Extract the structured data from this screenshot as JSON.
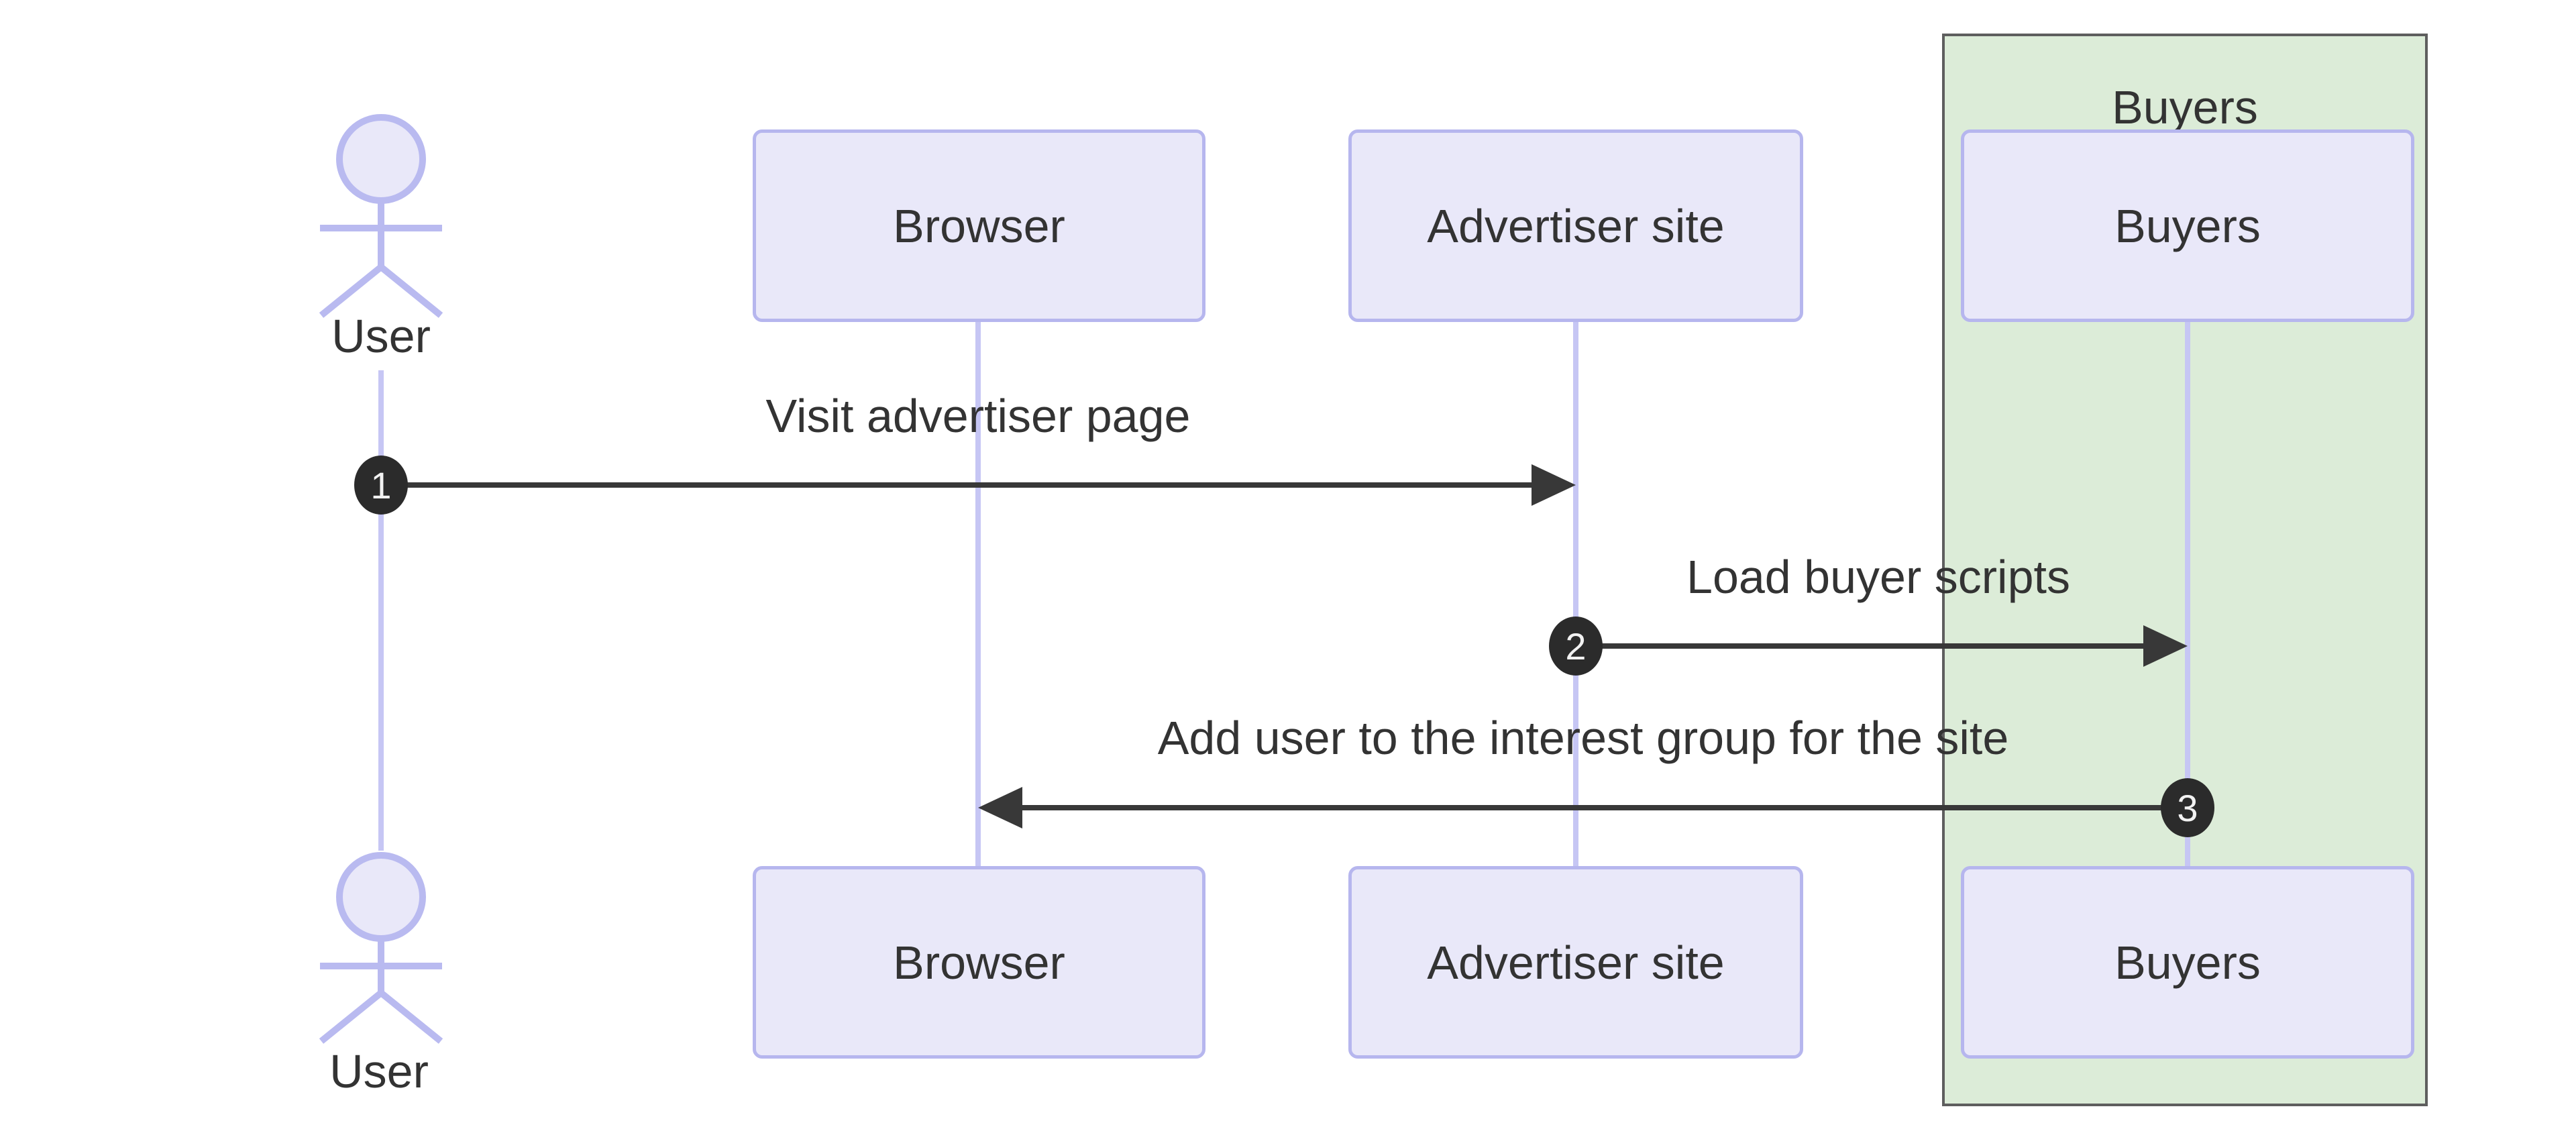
{
  "diagram": {
    "type": "sequence-diagram",
    "background": "#ffffff",
    "colors": {
      "participant_fill": "#e9e8f9",
      "participant_border": "#b6b6ee",
      "lifeline": "#c6c6f4",
      "actor_stroke": "#b9baf0",
      "group_fill": "#dcecd8",
      "group_border": "#5e5e5e",
      "arrow": "#383838",
      "badge_fill": "#2b2b2b",
      "badge_text": "#f2f2f2",
      "text": "#333333"
    }
  },
  "actors": [
    {
      "id": "user",
      "type": "actor",
      "label": "User"
    },
    {
      "id": "browser",
      "type": "participant",
      "label": "Browser"
    },
    {
      "id": "advertiser",
      "type": "participant",
      "label": "Advertiser site"
    },
    {
      "id": "buyers",
      "type": "participant",
      "label": "Buyers"
    }
  ],
  "group": {
    "label": "Buyers",
    "contains": "Buyers"
  },
  "messages": [
    {
      "seq": "1",
      "label": "Visit advertiser page",
      "from": "User",
      "to": "Advertiser site",
      "direction": "right"
    },
    {
      "seq": "2",
      "label": "Load buyer scripts",
      "from": "Advertiser site",
      "to": "Buyers",
      "direction": "right"
    },
    {
      "seq": "3",
      "label": "Add user to the interest group for the site",
      "from": "Buyers",
      "to": "Browser",
      "direction": "left"
    }
  ]
}
